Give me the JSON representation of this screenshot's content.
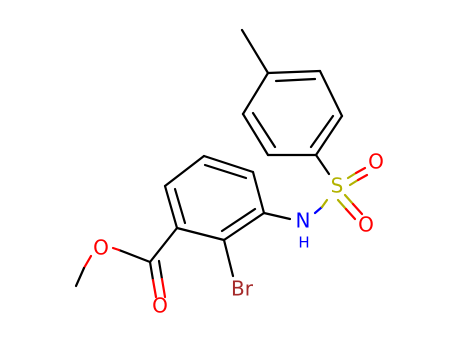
{
  "molecule": {
    "atoms": {
      "o_ester": "O",
      "o_carbonyl": "O",
      "br": "Br",
      "nh_n": "N",
      "nh_h": "H",
      "s": "S",
      "o_s_top": "O",
      "o_s_bottom": "O"
    },
    "colors": {
      "carbon": "#000000",
      "oxygen": "#ff0000",
      "nitrogen": "#0000ff",
      "sulfur": "#b2b200",
      "bromine": "#a52a2a"
    }
  }
}
